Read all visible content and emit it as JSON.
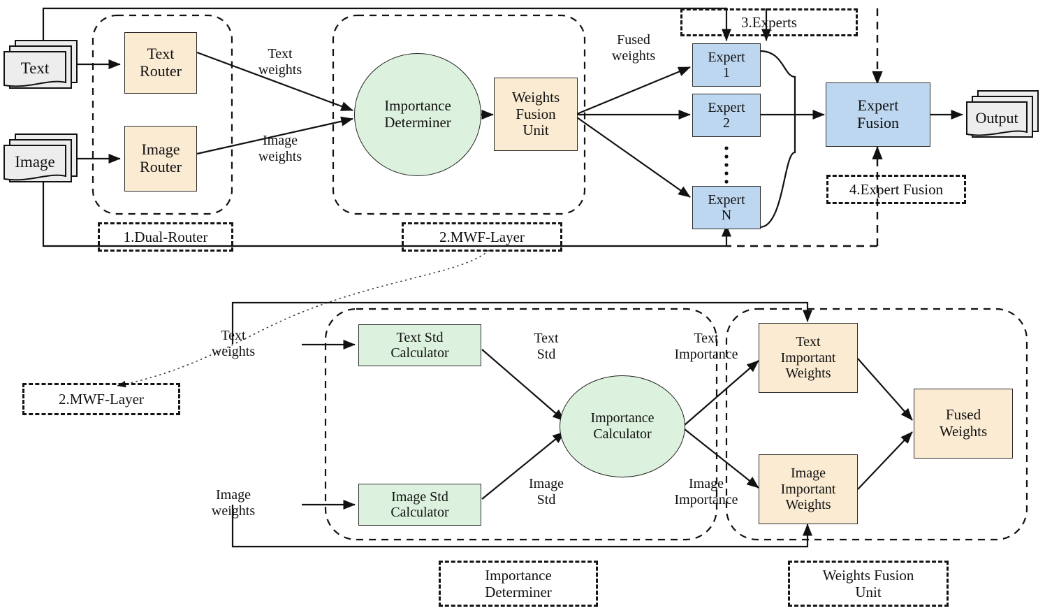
{
  "diagram": {
    "title": "Dual-Router Mixture-of-Experts with Multimodal Weight Fusion",
    "colors": {
      "tan": "#faebd2",
      "blue": "#bdd7f0",
      "green": "#ddf2de",
      "doc_gray": "#ededed",
      "stroke": "#2b2b2b"
    }
  },
  "top": {
    "inputs": [
      {
        "label": "Text"
      },
      {
        "label": "Image"
      }
    ],
    "routers": [
      {
        "label1": "Text",
        "label2": "Router"
      },
      {
        "label1": "Image",
        "label2": "Router"
      }
    ],
    "edge_labels": {
      "text_weights_l1": "Text",
      "text_weights_l2": "weights",
      "image_weights_l1": "Image",
      "image_weights_l2": "weights",
      "fused_weights_l1": "Fused",
      "fused_weights_l2": "weights"
    },
    "importance_determiner": {
      "line1": "Importance",
      "line2": "Determiner"
    },
    "weights_fusion_unit": {
      "line1": "Weights",
      "line2": "Fusion",
      "line3": "Unit"
    },
    "experts": [
      {
        "line1": "Expert",
        "line2": "1"
      },
      {
        "line1": "Expert",
        "line2": "2"
      },
      {
        "line1": "Expert",
        "line2": "N"
      }
    ],
    "expert_fusion": {
      "line1": "Expert",
      "line2": "Fusion"
    },
    "output": {
      "label": "Output"
    },
    "callouts": [
      {
        "label": "1.Dual-Router"
      },
      {
        "label": "2.MWF-Layer"
      },
      {
        "label": "3.Experts"
      },
      {
        "label": "4.Expert Fusion"
      }
    ]
  },
  "bottom": {
    "callout_ref": {
      "label": "2.MWF-Layer"
    },
    "inputs": {
      "text_weights_l1": "Text",
      "text_weights_l2": "weights",
      "image_weights_l1": "Image",
      "image_weights_l2": "weights"
    },
    "std_calculators": [
      {
        "line1": "Text  Std",
        "line2": "Calculator"
      },
      {
        "line1": "Image  Std",
        "line2": "Calculator"
      }
    ],
    "edge_labels": {
      "text_std_l1": "Text",
      "text_std_l2": "Std",
      "image_std_l1": "Image",
      "image_std_l2": "Std",
      "text_importance_l1": "Text",
      "text_importance_l2": "Importance",
      "image_importance_l1": "Image",
      "image_importance_l2": "Importance"
    },
    "importance_calculator": {
      "line1": "Importance",
      "line2": "Calculator"
    },
    "important_weights": [
      {
        "line1": "Text",
        "line2": "Important",
        "line3": "Weights"
      },
      {
        "line1": "Image",
        "line2": "Important",
        "line3": "Weights"
      }
    ],
    "fused_weights": {
      "line1": "Fused",
      "line2": "Weights"
    },
    "callouts": [
      {
        "line1": "Importance",
        "line2": "Determiner"
      },
      {
        "line1": "Weights Fusion",
        "line2": "Unit"
      }
    ]
  }
}
